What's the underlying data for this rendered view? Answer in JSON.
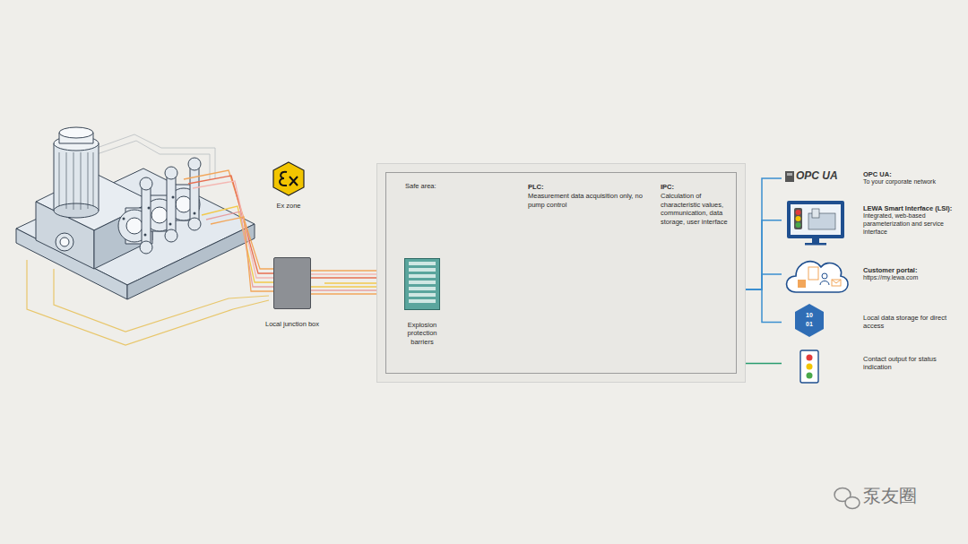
{
  "diagram": {
    "nodes": [
      {
        "text": [
          "Local junction box"
        ]
      },
      {
        "text": [
          "Safe area:"
        ]
      },
      {
        "text": [
          "Explosion protection barriers"
        ],
        "in": 1
      },
      {
        "text": [
          "PLC:",
          "Measurement data acquisition only, no pump control"
        ],
        "in": 1
      },
      {
        "text": [
          "IPC:",
          "Calculation of characteristic values, communication, data storage, user interface"
        ],
        "in": 1
      },
      {
        "text": [
          "OPC UA:",
          "To your corporate network"
        ]
      },
      {
        "text": [
          "LEWA Smart Interface (LSI):",
          "Integrated, web-based parameterization and service interface"
        ]
      },
      {
        "text": [
          "Customer portal:",
          "https://my.lewa.com"
        ]
      },
      {
        "text": [
          "Local data storage for direct access"
        ]
      },
      {
        "text": [
          "Contact output for status indication"
        ]
      }
    ],
    "edges": [
      {
        "from": 0,
        "to": 2,
        "arrow": "none"
      },
      {
        "from": 2,
        "to": 3,
        "arrow": "none"
      },
      {
        "from": 3,
        "to": 4,
        "arrow": "none"
      },
      {
        "from": 4,
        "to": 5,
        "arrow": "none"
      },
      {
        "from": 4,
        "to": 6,
        "arrow": "none"
      },
      {
        "from": 4,
        "to": 7,
        "arrow": "none"
      },
      {
        "from": 4,
        "to": 8,
        "arrow": "none"
      },
      {
        "from": 3,
        "to": 9,
        "arrow": "none"
      }
    ],
    "labels": [
      "Ex zone",
      "OPC UA",
      "10",
      "01",
      "泵友圈"
    ]
  }
}
